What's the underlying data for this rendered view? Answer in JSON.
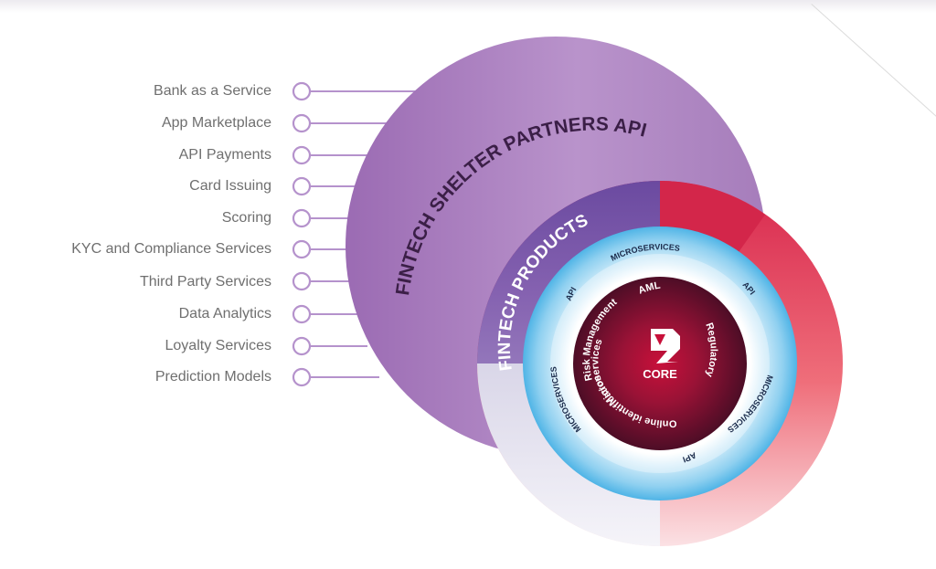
{
  "outer_ring": {
    "title": "FINTECH SHELTER PARTNERS API",
    "items": [
      "Bank as a Service",
      "App Marketplace",
      "API Payments",
      "Card Issuing",
      "Scoring",
      "KYC and Compliance Services",
      "Third Party Services",
      "Data Analytics",
      "Loyalty Services",
      "Prediction Models"
    ]
  },
  "products_ring": {
    "title": "FINTECH PRODUCTS"
  },
  "services_ring": {
    "labels": [
      "MICROSERVICES",
      "API",
      "API",
      "MICROSERVICES",
      "API",
      "MICROSERVICES"
    ]
  },
  "core": {
    "label": "CORE",
    "modules": [
      "AML",
      "Regulatory",
      "Online identification",
      "Microservices",
      "Risk Management"
    ]
  },
  "colors": {
    "outer_purple": "#a77fbc",
    "products_purple": "#7a56a4",
    "red_ring": "#e2515e",
    "blue_ring": "#7fc9ec",
    "core_maroon": "#7a1230",
    "connector": "#b592cc"
  }
}
